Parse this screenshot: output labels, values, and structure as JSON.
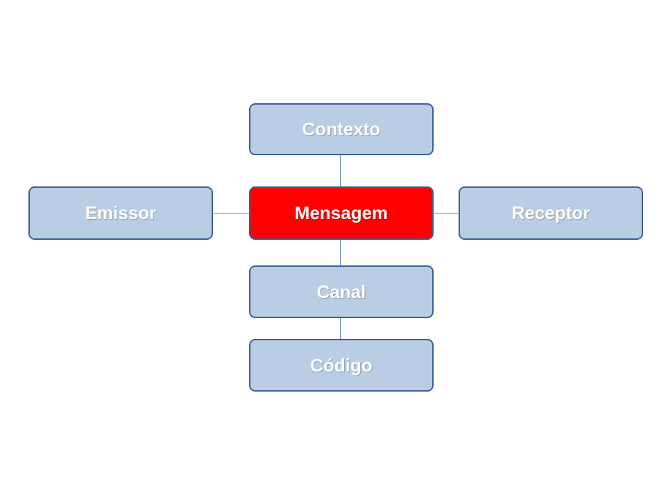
{
  "diagram": {
    "nodes": {
      "contexto": "Contexto",
      "emissor": "Emissor",
      "mensagem": "Mensagem",
      "receptor": "Receptor",
      "canal": "Canal",
      "codigo": "Código"
    },
    "colors": {
      "node_fill": "#b9cde5",
      "node_border": "#3a5f8f",
      "center_fill": "#ff0000",
      "connector": "#4a7ebb",
      "text": "#ffffff"
    },
    "edges": [
      [
        "contexto",
        "mensagem"
      ],
      [
        "emissor",
        "mensagem"
      ],
      [
        "mensagem",
        "receptor"
      ],
      [
        "mensagem",
        "canal"
      ],
      [
        "canal",
        "codigo"
      ]
    ]
  }
}
